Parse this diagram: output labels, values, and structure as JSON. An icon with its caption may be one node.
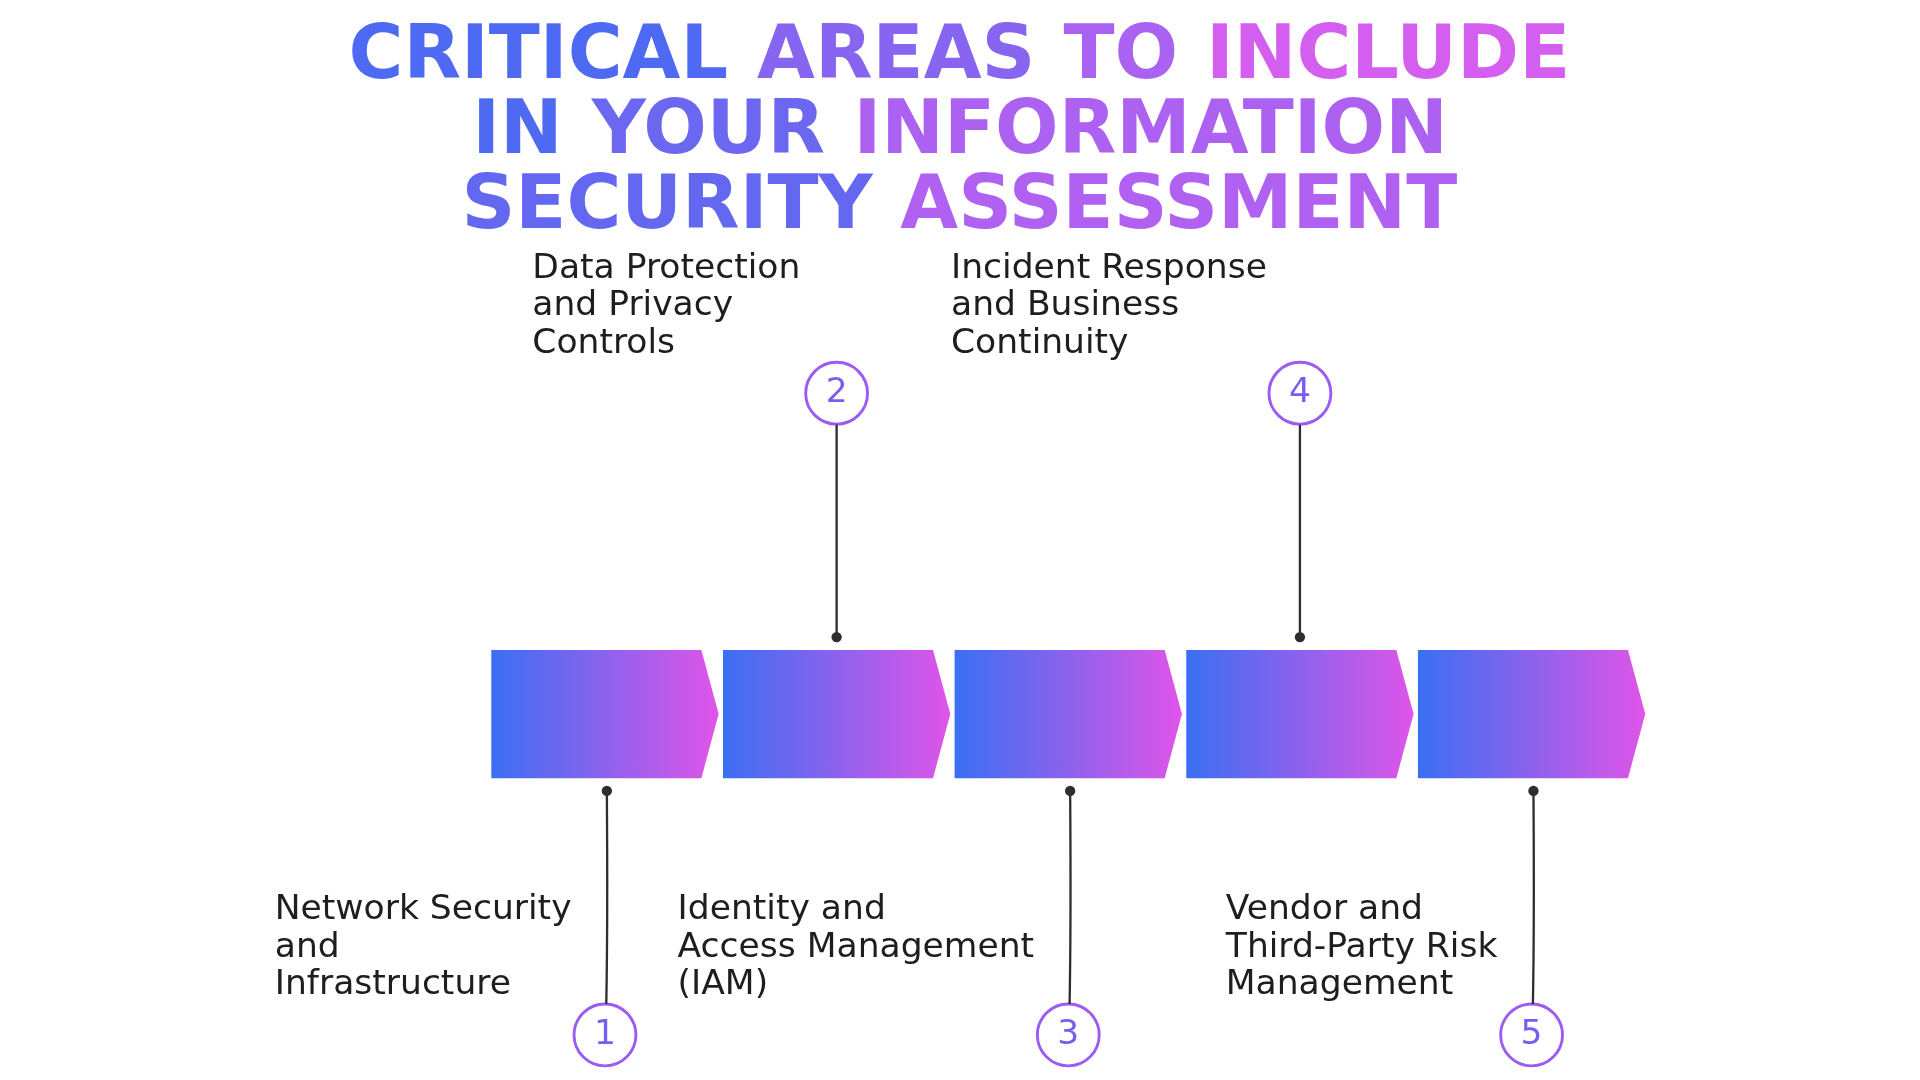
{
  "diagram": {
    "title": "CRITICAL AREAS TO INCLUDE IN YOUR INFORMATION SECURITY ASSESSMENT",
    "nodes": [
      {
        "text": [],
        "shape": "chevron"
      },
      {
        "text": [],
        "shape": "chevron"
      },
      {
        "text": [],
        "shape": "chevron"
      },
      {
        "text": [],
        "shape": "chevron"
      },
      {
        "text": [],
        "shape": "chevron"
      },
      {
        "text": [
          "1"
        ],
        "beside": [
          "Network Security and Infrastructure"
        ]
      },
      {
        "text": [
          "2"
        ],
        "beside": [
          "Data Protection and Privacy Controls"
        ]
      },
      {
        "text": [
          "3"
        ],
        "beside": [
          "Identity and Access Management (IAM)"
        ]
      },
      {
        "text": [
          "4"
        ],
        "beside": [
          "Incident Response and Business Continuity"
        ]
      },
      {
        "text": [
          "5"
        ],
        "beside": [
          "Vendor and Third-Party Risk Management"
        ]
      }
    ],
    "edges": [
      {
        "from": 5,
        "to": 0,
        "arrow": "other"
      },
      {
        "from": 6,
        "to": 1,
        "arrow": "other"
      },
      {
        "from": 7,
        "to": 2,
        "arrow": "other"
      },
      {
        "from": 8,
        "to": 3,
        "arrow": "other"
      },
      {
        "from": 9,
        "to": 4,
        "arrow": "other"
      }
    ]
  }
}
